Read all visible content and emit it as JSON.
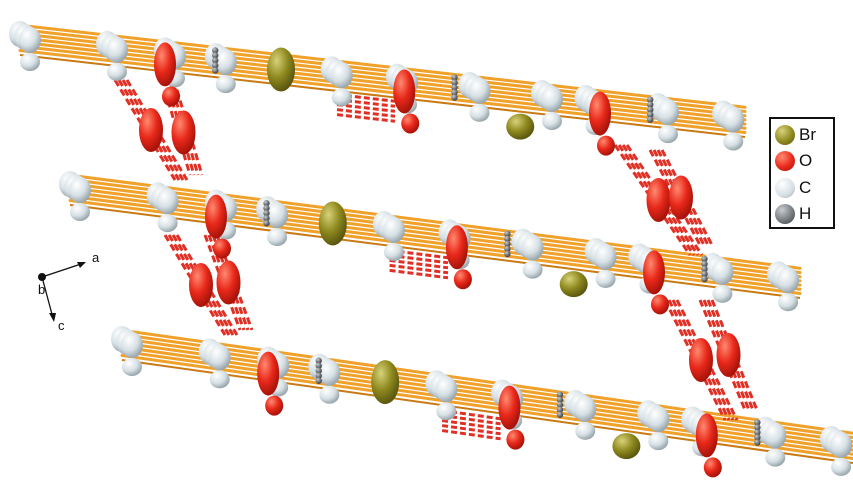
{
  "legend": {
    "items": [
      {
        "label": "Br",
        "color": "#8f8a1f"
      },
      {
        "label": "O",
        "color": "#e8281a"
      },
      {
        "label": "C",
        "color": "#dde6ea"
      },
      {
        "label": "H",
        "color": "#6f7478"
      }
    ]
  },
  "axes": {
    "a": "a",
    "b": "b",
    "c": "c"
  },
  "colors": {
    "bond": "#f0a12a",
    "hbond": "#e03025",
    "carbon": "#dde6ea",
    "oxygen": "#e8281a",
    "bromine": "#8f8a1f",
    "hydrogen": "#6f7478"
  }
}
